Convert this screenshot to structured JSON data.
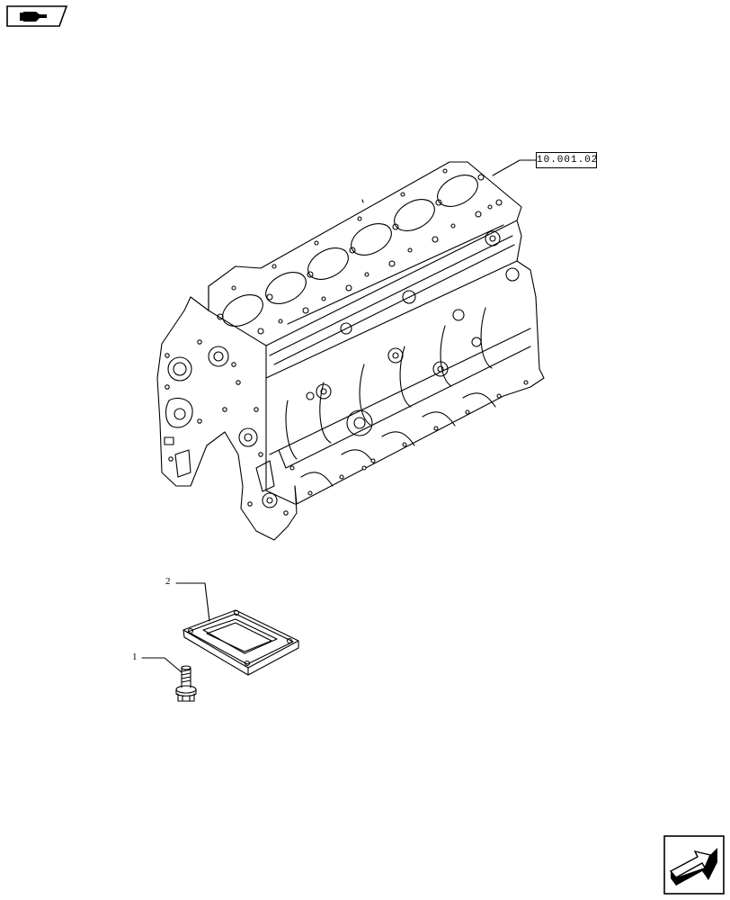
{
  "nav": {
    "top_icon": "hand-pointing-right-icon",
    "bottom_icon": "next-page-arrow-icon"
  },
  "reference": {
    "label": "10.001.02"
  },
  "callouts": {
    "item1": "1",
    "item2": "2"
  },
  "parts": {
    "engine_block": "engine-block-illustration",
    "gasket": "gasket-plate-illustration",
    "bolt": "flange-bolt-illustration"
  }
}
